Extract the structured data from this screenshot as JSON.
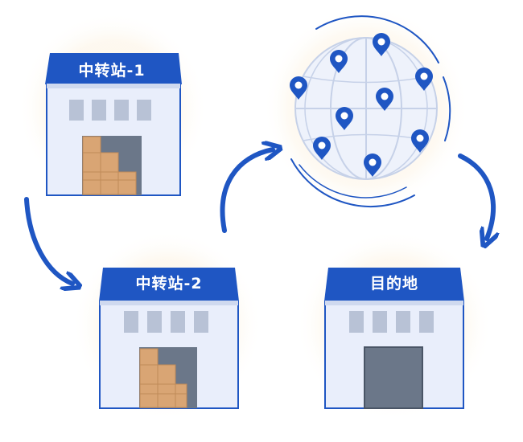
{
  "nodes": [
    {
      "id": "hub-1",
      "label": "中转站-1",
      "has_boxes": true
    },
    {
      "id": "hub-2",
      "label": "中转站-2",
      "has_boxes": true
    },
    {
      "id": "destination",
      "label": "目的地",
      "has_boxes": false
    }
  ],
  "flow": [
    "hub-1",
    "hub-2",
    "globe",
    "destination"
  ],
  "colors": {
    "accent": "#1f56c3",
    "building_wall": "#e9eefb",
    "window": "#b8c2d6",
    "door": "#6b7789",
    "box": "#d9a574",
    "glow": "#fdf6e8",
    "globe_fill": "#eef2fb",
    "globe_line": "#c6d1e8"
  },
  "icons": [
    "arrow-icon",
    "map-pin-icon",
    "globe-icon",
    "warehouse-icon",
    "package-box-icon"
  ]
}
